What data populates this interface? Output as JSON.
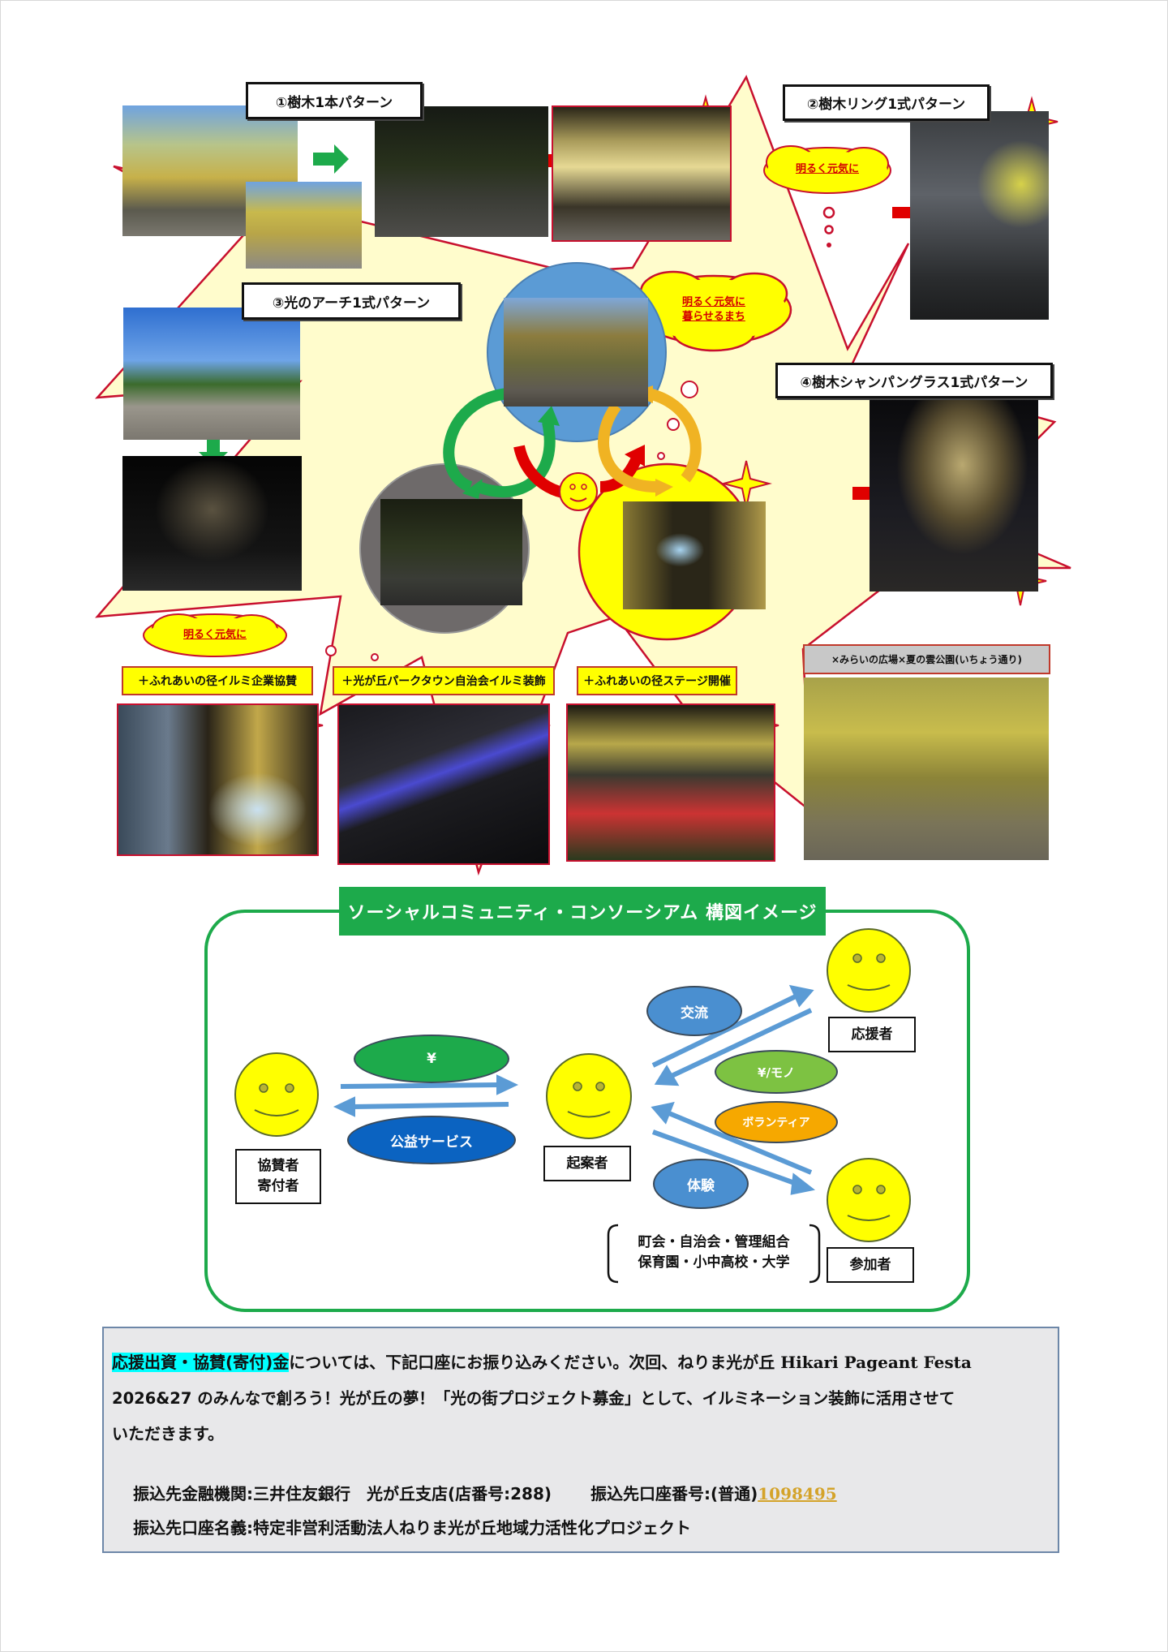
{
  "patterns": {
    "p1": {
      "label": "①樹木1本パターン"
    },
    "p2": {
      "label": "②樹木リング1式パターン"
    },
    "p3": {
      "label": "③光のアーチ1式パターン"
    },
    "p4": {
      "label": "④樹木シャンパングラス1式パターン"
    }
  },
  "clouds": {
    "top_right": "明るく元気に",
    "center": [
      "明るく元気に",
      "暮らせるまち"
    ],
    "bottom_left": "明るく元気に"
  },
  "activity_tags": [
    {
      "label": "＋ふれあいの径イルミ企業協賛"
    },
    {
      "label": "＋光が丘パークタウン自治会イルミ装飾"
    },
    {
      "label": "＋ふれあいの径ステージ開催"
    }
  ],
  "park_tag": {
    "label": "×みらいの広場×夏の雲公園(いちょう通り)"
  },
  "consortium": {
    "title": "ソーシャルコミュニティ・コンソーシアム 構図イメージ",
    "roles": {
      "sponsor": [
        "協賛者",
        "寄付者"
      ],
      "proposer": "起案者",
      "supporter": "応援者",
      "participant": "参加者"
    },
    "flows": {
      "yen": "¥",
      "public_service": "公益サービス",
      "exchange": "交流",
      "yen_goods": "¥/モノ",
      "volunteer": "ボランティア",
      "experience": "体験"
    },
    "participant_groups": [
      "町会・自治会・管理組合",
      "保育園・小中高校・大学"
    ]
  },
  "donation": {
    "highlight": "応援出資・協賛(寄付)金",
    "line1_rest": "については、下記口座にお振り込みください。次回、ねりま光が丘 ",
    "line1_event": "Hikari Pageant Festa",
    "line2": "2026&27 のみんなで創ろう！光が丘の夢！「光の街プロジェクト募金」として、イルミネーション装飾に活用させて",
    "line3": "いただきます。",
    "bank_label": "振込先金融機関:三井住友銀行　光が丘支店(店番号:288)",
    "account_label": "振込先口座番号:(普通)",
    "account_number": "1098495",
    "holder": "振込先口座名義:特定非営利活動法人ねりま光が丘地域力活性化プロジェクト"
  },
  "colors": {
    "burst_fill": "#fffccc",
    "burst_stroke": "#c8102e",
    "green": "#1daa4b",
    "blue_circle": "#5b9bd5",
    "gray_circle": "#6e6a6a",
    "yellow": "#ffff00",
    "highlight_cyan": "#00ffff",
    "account_gold": "#d4a32a"
  }
}
